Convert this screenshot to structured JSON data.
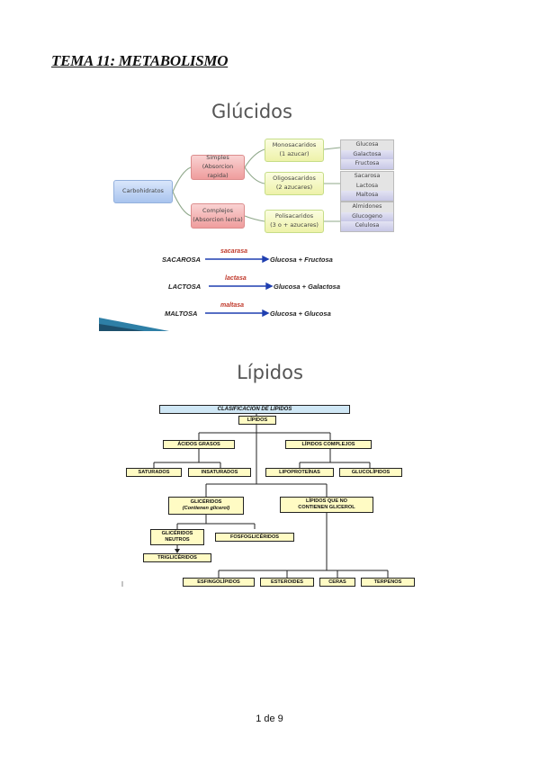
{
  "page": {
    "heading": "TEMA 11: METABOLISMO",
    "footer": "1 de 9"
  },
  "glucidos": {
    "title": "Glúcidos",
    "root": "Carbohidratos",
    "simples": [
      "Simples",
      "(Absorcion rapida)"
    ],
    "complejos": [
      "Complejos",
      "(Absorcion lenta)"
    ],
    "mono": [
      "Monosacaridos",
      "(1 azucar)"
    ],
    "oligo": [
      "Oligosacaridos",
      "(2 azucares)"
    ],
    "poli": [
      "Polisacaridos",
      "(3 o + azucares)"
    ],
    "mono_items": [
      "Glucosa",
      "Galactosa",
      "Fructosa"
    ],
    "oligo_items": [
      "Sacarosa",
      "Lactosa",
      "Maltosa"
    ],
    "poli_items": [
      "Almidones",
      "Glucogeno",
      "Celulosa"
    ],
    "reactions": [
      {
        "substrate": "SACAROSA",
        "enzyme": "sacarasa",
        "product": "Glucosa + Fructosa"
      },
      {
        "substrate": "LACTOSA",
        "enzyme": "lactasa",
        "product": "Glucosa + Galactosa"
      },
      {
        "substrate": "MALTOSA",
        "enzyme": "maltasa",
        "product": "Glucosa + Glucosa"
      }
    ]
  },
  "lipidos": {
    "title": "Lípidos",
    "header": "CLASIFICACIÓN DE LÍPIDOS",
    "root": "LÍPIDOS",
    "acidos": "ÁCIDOS GRASOS",
    "complejos": "LÍPIDOS COMPLEJOS",
    "saturados": "SATURADOS",
    "insaturados": "INSATURADOS",
    "lipoproteinas": "LIPOPROTEÍNAS",
    "glucolipidos": "GLUCOLÍPIDOS",
    "gliceridos": [
      "GLICÉRIDOS",
      "(Contienen glicerol)"
    ],
    "no_glicerol": [
      "LÍPIDOS QUE NO",
      "CONTIENEN GLICEROL"
    ],
    "neutros": [
      "GLICÉRIDOS",
      "NEUTROS"
    ],
    "fosfogliceridos": "FOSFOGLICÉRIDOS",
    "trigliceridos": "TRIGLICÉRIDOS",
    "esfingolipidos": "ESFINGOLÍPIDOS",
    "esteroides": "ESTEROIDES",
    "ceras": "CERAS",
    "terpenos": "TERPENOS"
  }
}
